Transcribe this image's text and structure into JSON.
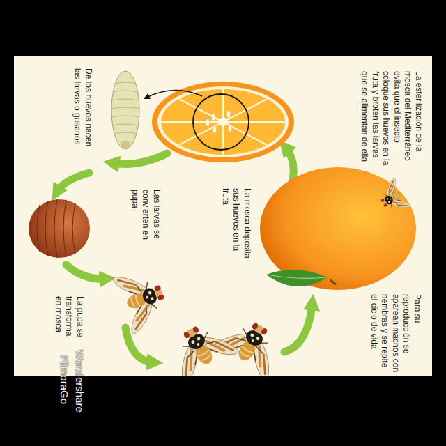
{
  "diagram": {
    "labels": [
      "La esterilización de la mosca del Mediterráneo evita que el insecto coloque sus huevos en la fruta y broten las larvas que se alimentan de ella",
      "La mosca deposita sus huevos en la fruta",
      "De los huevos nacen las larvas o gusanos",
      "Las larvas se convierten en pupa",
      "La pupa se transforma en mosca",
      "Para su reproducción se aparean machos con hembras y se repite el ciclo de vida",
      "Wondershare",
      "FilmoraGo"
    ]
  }
}
